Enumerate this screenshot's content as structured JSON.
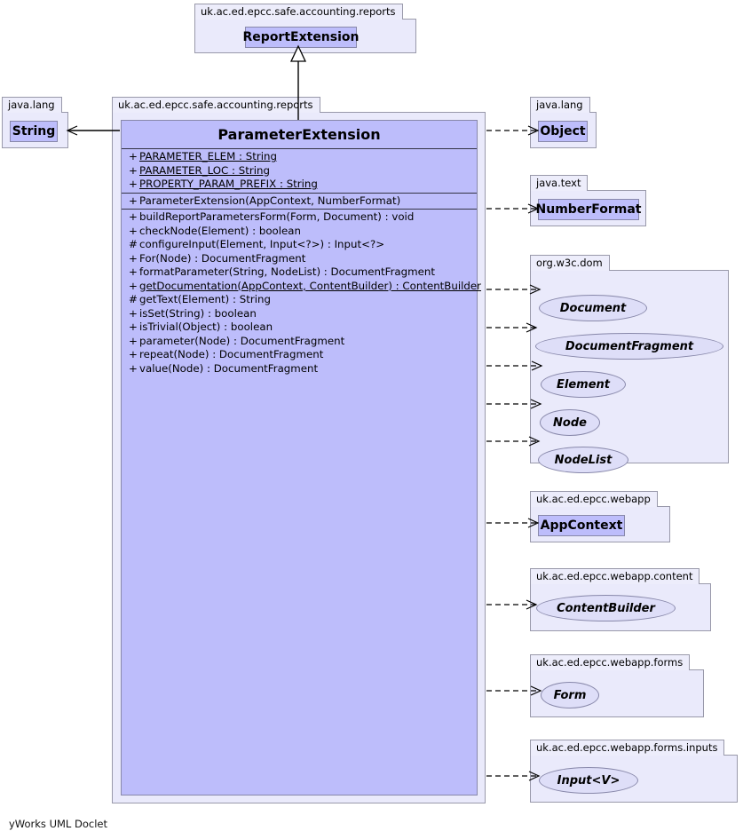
{
  "diagram": {
    "tool_footer": "yWorks UML Doclet",
    "colors": {
      "class_fill": "#BDBDFB",
      "package_fill": "#EAEAFB",
      "interface_fill": "#DEDEF8",
      "border": "#8888AA",
      "line": "#000000"
    }
  },
  "packages": {
    "reports_top": {
      "name": "uk.ac.ed.epcc.safe.accounting.reports"
    },
    "java_lang_left": {
      "name": "java.lang"
    },
    "reports_main": {
      "name": "uk.ac.ed.epcc.safe.accounting.reports"
    },
    "java_lang_right": {
      "name": "java.lang"
    },
    "java_text": {
      "name": "java.text"
    },
    "w3c_dom": {
      "name": "org.w3c.dom"
    },
    "webapp": {
      "name": "uk.ac.ed.epcc.webapp"
    },
    "webapp_content": {
      "name": "uk.ac.ed.epcc.webapp.content"
    },
    "webapp_forms": {
      "name": "uk.ac.ed.epcc.webapp.forms"
    },
    "webapp_forms_inputs": {
      "name": "uk.ac.ed.epcc.webapp.forms.inputs"
    }
  },
  "nodes": {
    "report_extension": {
      "label": "ReportExtension",
      "kind": "class"
    },
    "string": {
      "label": "String",
      "kind": "class"
    },
    "object": {
      "label": "Object",
      "kind": "class"
    },
    "number_format": {
      "label": "NumberFormat",
      "kind": "class"
    },
    "document": {
      "label": "Document",
      "kind": "interface"
    },
    "document_fragment": {
      "label": "DocumentFragment",
      "kind": "interface"
    },
    "element": {
      "label": "Element",
      "kind": "interface"
    },
    "node": {
      "label": "Node",
      "kind": "interface"
    },
    "node_list": {
      "label": "NodeList",
      "kind": "interface"
    },
    "app_context": {
      "label": "AppContext",
      "kind": "class"
    },
    "content_builder": {
      "label": "ContentBuilder",
      "kind": "interface"
    },
    "form": {
      "label": "Form",
      "kind": "interface"
    },
    "input_v": {
      "label": "Input<V>",
      "kind": "interface"
    }
  },
  "main_class": {
    "name": "ParameterExtension",
    "fields": [
      {
        "visibility": "+",
        "signature": "PARAMETER_ELEM : String",
        "static": true
      },
      {
        "visibility": "+",
        "signature": "PARAMETER_LOC : String",
        "static": true
      },
      {
        "visibility": "+",
        "signature": "PROPERTY_PARAM_PREFIX : String",
        "static": true
      }
    ],
    "constructors": [
      {
        "visibility": "+",
        "signature": "ParameterExtension(AppContext, NumberFormat)",
        "static": false
      }
    ],
    "methods": [
      {
        "visibility": "+",
        "signature": "buildReportParametersForm(Form, Document) : void",
        "static": false
      },
      {
        "visibility": "+",
        "signature": "checkNode(Element) : boolean",
        "static": false
      },
      {
        "visibility": "#",
        "signature": "configureInput(Element, Input<?>) : Input<?>",
        "static": false
      },
      {
        "visibility": "+",
        "signature": "For(Node) : DocumentFragment",
        "static": false
      },
      {
        "visibility": "+",
        "signature": "formatParameter(String, NodeList) : DocumentFragment",
        "static": false
      },
      {
        "visibility": "+",
        "signature": "getDocumentation(AppContext, ContentBuilder) : ContentBuilder",
        "static": true
      },
      {
        "visibility": "#",
        "signature": "getText(Element) : String",
        "static": false
      },
      {
        "visibility": "+",
        "signature": "isSet(String) : boolean",
        "static": false
      },
      {
        "visibility": "+",
        "signature": "isTrivial(Object) : boolean",
        "static": false
      },
      {
        "visibility": "+",
        "signature": "parameter(Node) : DocumentFragment",
        "static": false
      },
      {
        "visibility": "+",
        "signature": "repeat(Node) : DocumentFragment",
        "static": false
      },
      {
        "visibility": "+",
        "signature": "value(Node) : DocumentFragment",
        "static": false
      }
    ]
  }
}
